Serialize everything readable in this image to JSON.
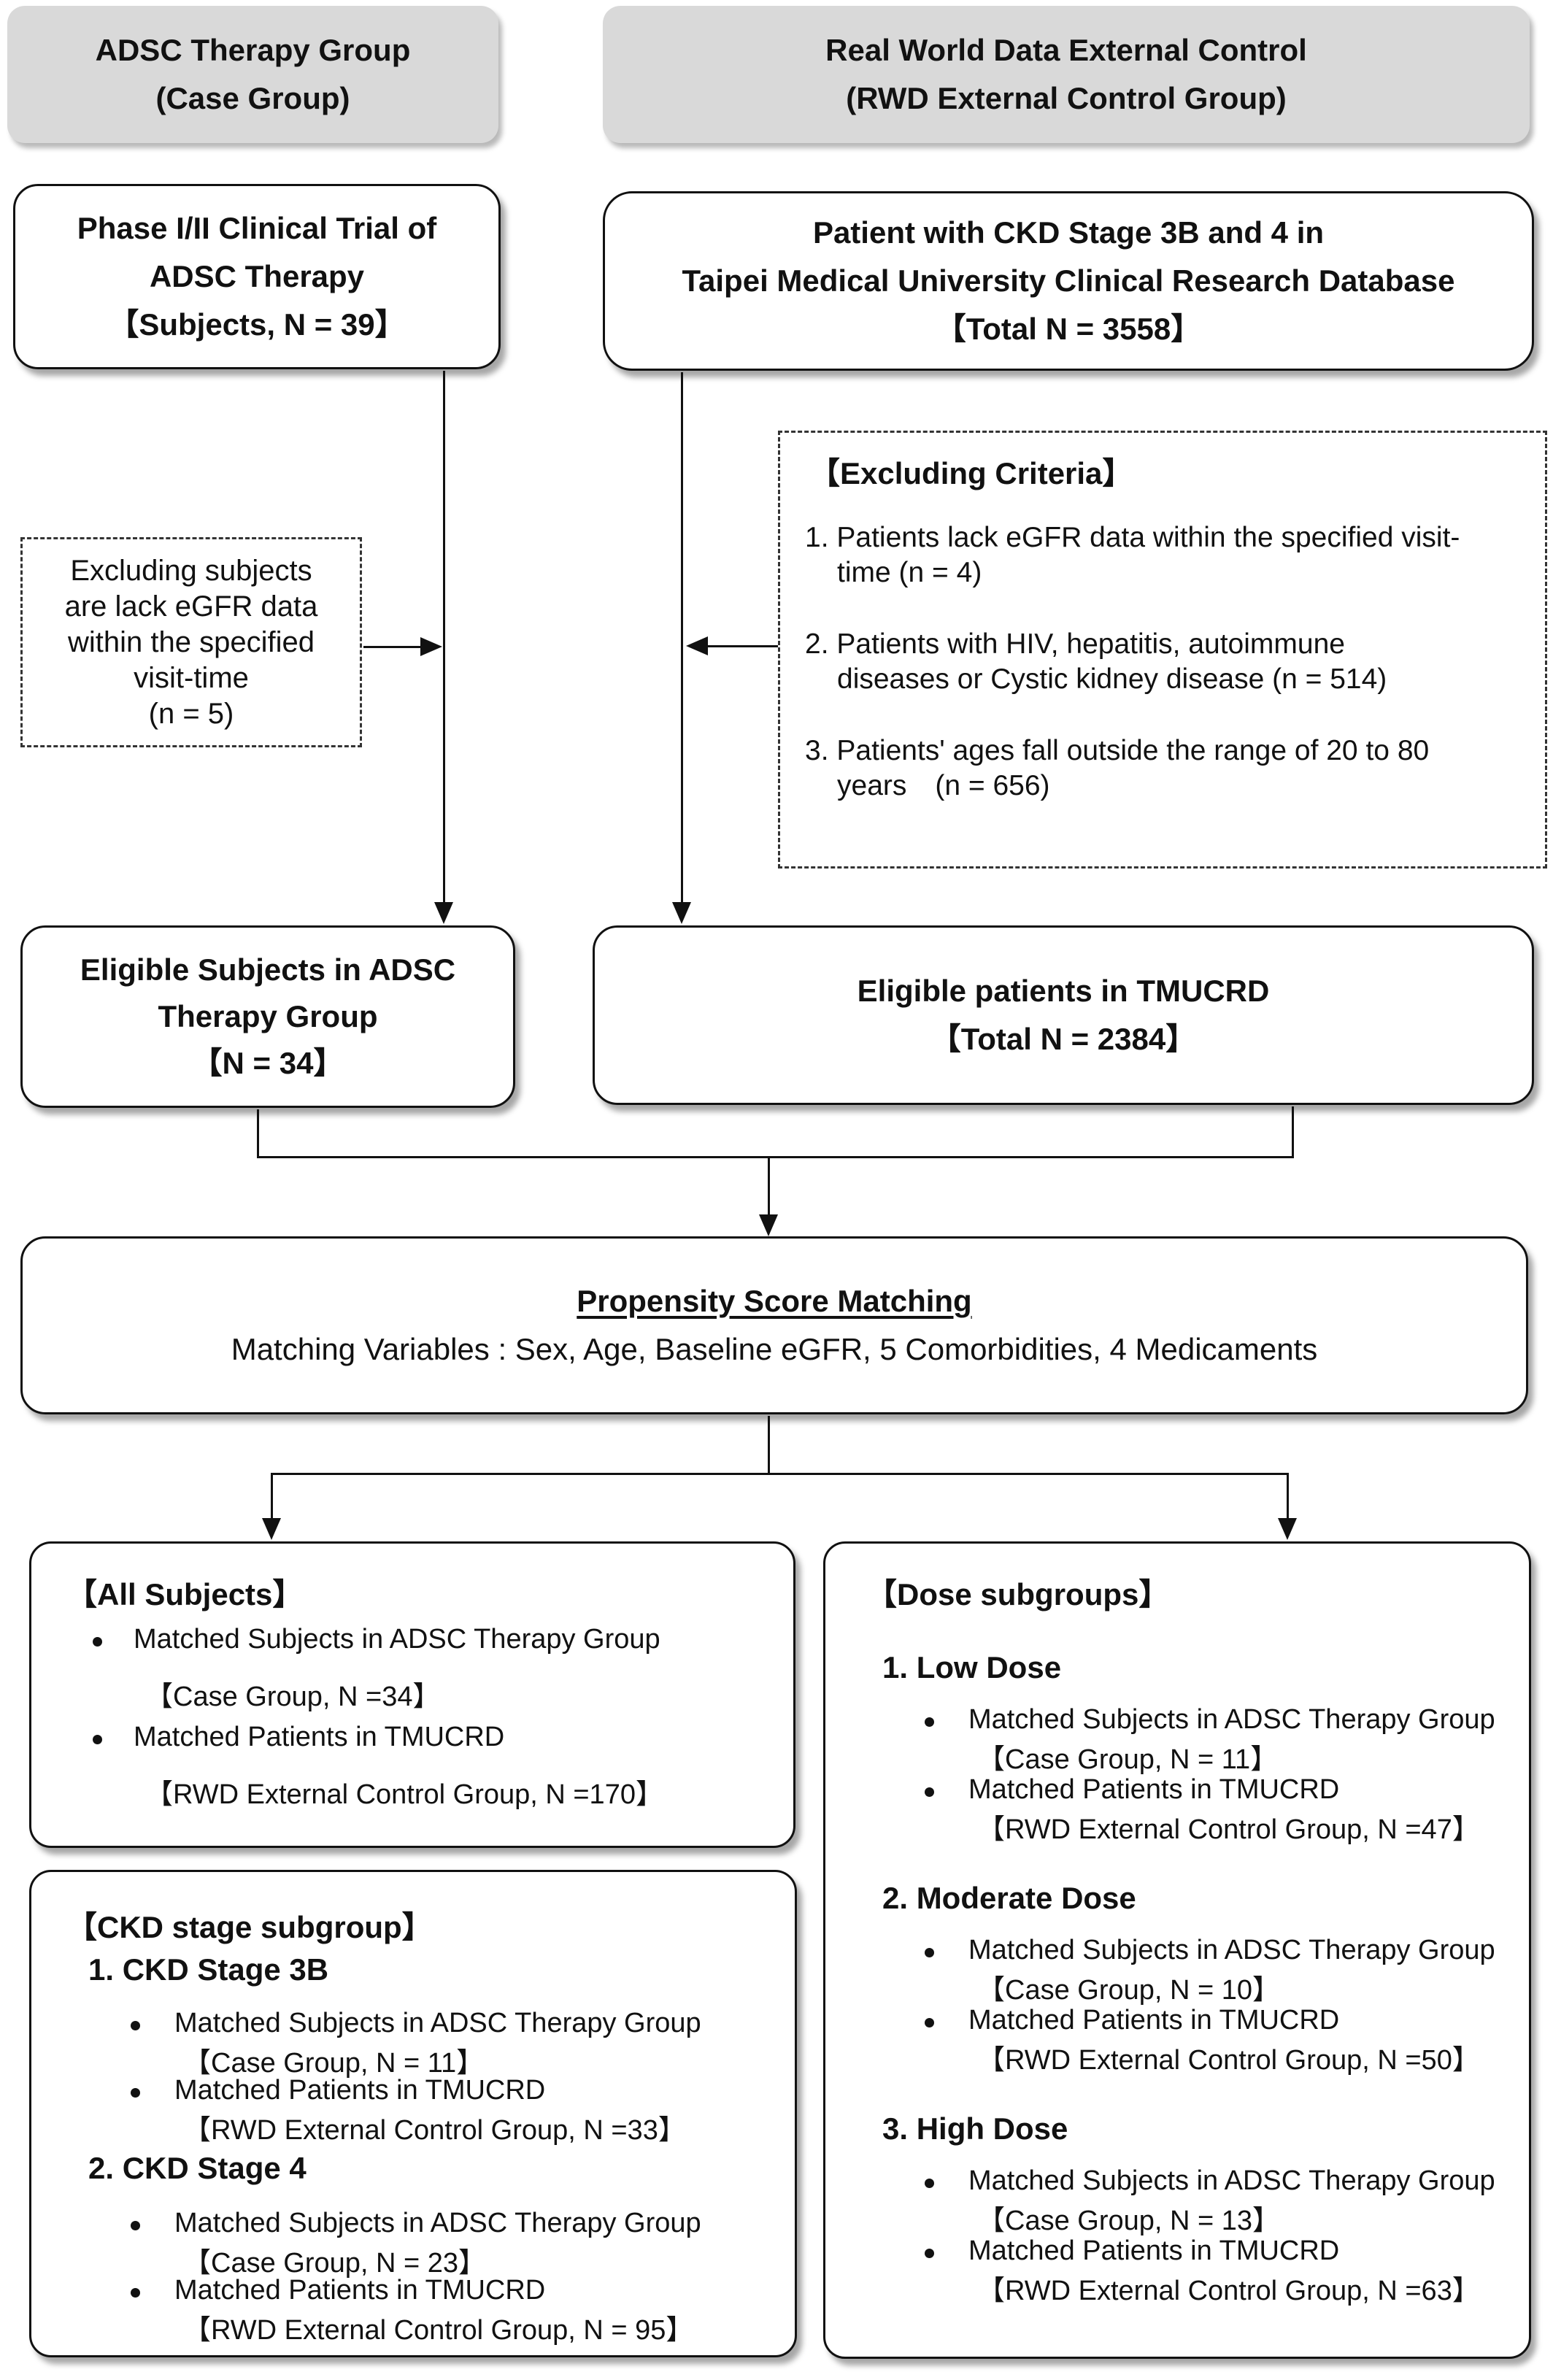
{
  "header_case": {
    "line1": "ADSC Therapy Group",
    "line2": "(Case Group)"
  },
  "header_rwd": {
    "line1": "Real World Data External Control",
    "line2": "(RWD External Control Group)"
  },
  "trial_box": {
    "line1": "Phase I/II Clinical Trial of",
    "line2": "ADSC Therapy",
    "line3": "【Subjects, N = 39】"
  },
  "database_box": {
    "line1": "Patient with CKD Stage 3B and 4 in",
    "line2": "Taipei Medical University Clinical Research Database",
    "line3": "【Total N = 3558】"
  },
  "exclude_case": {
    "line1": "Excluding subjects",
    "line2": "are lack eGFR data",
    "line3": "within the specified",
    "line4": "visit-time",
    "line5": "(n = 5)"
  },
  "exclude_rwd": {
    "title": "【Excluding Criteria】",
    "c1a": "1. Patients lack eGFR data within the specified visit-",
    "c1b": "time (n = 4)",
    "c2a": "2. Patients with HIV, hepatitis, autoimmune",
    "c2b": "diseases or Cystic kidney disease (n = 514)",
    "c3a": "3. Patients' ages fall outside the range of 20 to 80",
    "c3b": "years (n = 656)"
  },
  "eligible_case": {
    "line1": "Eligible Subjects in ADSC",
    "line2": "Therapy Group",
    "line3": "【N = 34】"
  },
  "eligible_rwd": {
    "line1": "Eligible patients in TMUCRD",
    "line2": "【Total N = 2384】"
  },
  "psm": {
    "title": "Propensity Score Matching",
    "variables": "Matching Variables : Sex, Age, Baseline eGFR, 5 Comorbidities, 4 Medicaments"
  },
  "all_subjects": {
    "title": "【All Subjects】",
    "b1": "Matched Subjects in ADSC Therapy Group",
    "b1n": "【Case Group, N =34】",
    "b2": "Matched Patients in TMUCRD",
    "b2n": "【RWD External Control Group, N =170】"
  },
  "ckd": {
    "title": "【CKD stage subgroup】",
    "s1": "1. CKD Stage 3B",
    "s1b1": "Matched Subjects in ADSC Therapy Group",
    "s1b1n": "【Case Group, N = 11】",
    "s1b2": "Matched Patients in TMUCRD",
    "s1b2n": "【RWD External Control Group, N =33】",
    "s2": "2. CKD Stage 4",
    "s2b1": "Matched Subjects in ADSC Therapy Group",
    "s2b1n": "【Case Group, N = 23】",
    "s2b2": "Matched Patients in TMUCRD",
    "s2b2n": "【RWD External Control Group, N = 95】"
  },
  "dose": {
    "title": "【Dose subgroups】",
    "d1": "1. Low Dose",
    "d1b1": "Matched Subjects in ADSC Therapy Group",
    "d1b1n": "【Case Group, N = 11】",
    "d1b2": "Matched Patients in TMUCRD",
    "d1b2n": "【RWD External Control Group, N =47】",
    "d2": "2. Moderate Dose",
    "d2b1": "Matched Subjects in ADSC Therapy Group",
    "d2b1n": "【Case Group, N = 10】",
    "d2b2": "Matched Patients in TMUCRD",
    "d2b2n": "【RWD External Control Group, N =50】",
    "d3": "3. High Dose",
    "d3b1": "Matched Subjects in ADSC Therapy Group",
    "d3b1n": "【Case Group, N = 13】",
    "d3b2": "Matched Patients in TMUCRD",
    "d3b2n": "【RWD External Control Group, N =63】"
  }
}
